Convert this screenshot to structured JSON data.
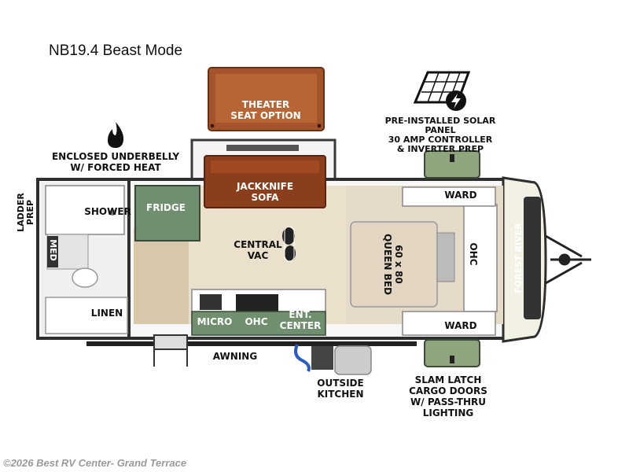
{
  "header": {
    "title": "NB19.4 Beast Mode"
  },
  "labels": {
    "theater_seat": "THEATER\nSEAT OPTION",
    "solar": "PRE-INSTALLED SOLAR PANEL\n30 AMP CONTROLLER\n& INVERTER PREP",
    "underbelly": "ENCLOSED UNDERBELLY\nW/ FORCED HEAT",
    "ladder": "LADDER\nPREP",
    "shower": "SHOWER",
    "med": "MED",
    "linen": "LINEN",
    "fridge": "FRIDGE",
    "jackknife": "JACKKNIFE\nSOFA",
    "central_vac": "CENTRAL\nVAC",
    "micro": "MICRO",
    "ohc_kitchen": "OHC",
    "ent_center": "ENT.\nCENTER",
    "queen_bed": "60 x 80\nQUEEN BED",
    "ward_top": "WARD",
    "ward_bottom": "WARD",
    "ohc_bed": "OHC",
    "brand": "FOREST RIVER",
    "awning": "AWNING",
    "outside_kitchen": "OUTSIDE\nKITCHEN",
    "cargo_doors": "SLAM LATCH\nCARGO DOORS\nW/ PASS-THRU\nLIGHTING"
  },
  "footer": {
    "copyright": "©2026 Best RV Center- Grand Terrace"
  },
  "colors": {
    "sofa": "#8a3e1c",
    "green_panel": "#8fa57e",
    "wall": "#3a3a3a",
    "floor": "#e8dcc7",
    "bath": "#f2f2f2",
    "bed": "#e6dac8"
  }
}
